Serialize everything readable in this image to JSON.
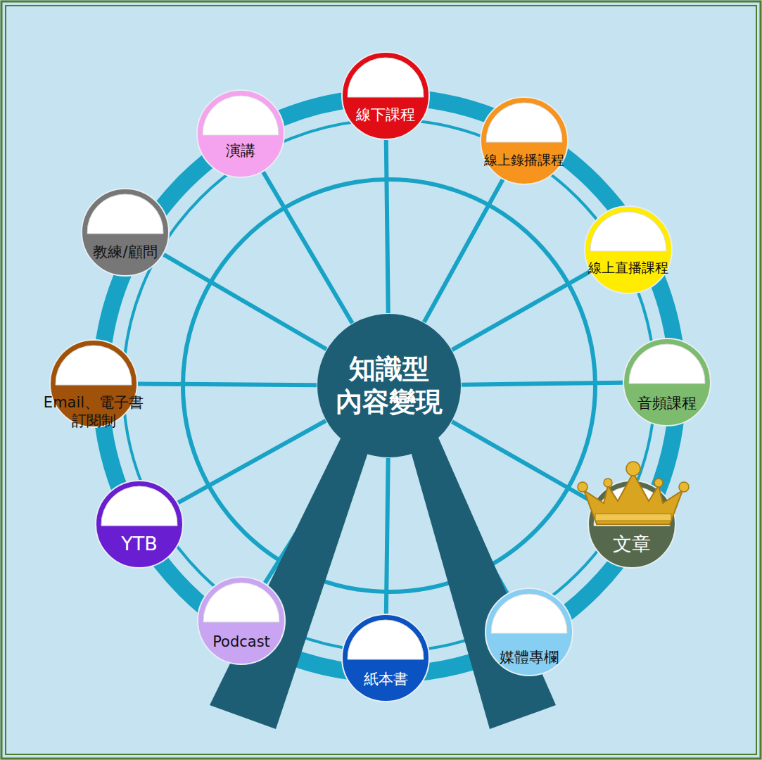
{
  "diagram": {
    "nodes": [
      {
        "text": [
          "知識型 內容變現"
        ]
      },
      {
        "text": [
          "線下課程"
        ]
      },
      {
        "text": [
          "線上錄播課程"
        ]
      },
      {
        "text": [
          "線上直播課程"
        ]
      },
      {
        "text": [
          "音頻課程"
        ]
      },
      {
        "text": [
          "文章"
        ]
      },
      {
        "text": [
          "媒體專欄"
        ]
      },
      {
        "text": [
          "紙本書"
        ]
      },
      {
        "text": [
          "Podcast"
        ]
      },
      {
        "text": [
          "YTB"
        ]
      },
      {
        "text": [
          "Email、電子書 訂閱制"
        ]
      },
      {
        "text": [
          "教練/顧問"
        ]
      },
      {
        "text": [
          "演講"
        ]
      }
    ],
    "edges": [
      {
        "from": 0,
        "to": 1,
        "arrow": "none"
      },
      {
        "from": 0,
        "to": 2,
        "arrow": "none"
      },
      {
        "from": 0,
        "to": 3,
        "arrow": "none"
      },
      {
        "from": 0,
        "to": 4,
        "arrow": "none"
      },
      {
        "from": 0,
        "to": 5,
        "arrow": "none"
      },
      {
        "from": 0,
        "to": 6,
        "arrow": "none"
      },
      {
        "from": 0,
        "to": 7,
        "arrow": "none"
      },
      {
        "from": 0,
        "to": 8,
        "arrow": "none"
      },
      {
        "from": 0,
        "to": 9,
        "arrow": "none"
      },
      {
        "from": 0,
        "to": 10,
        "arrow": "none"
      },
      {
        "from": 0,
        "to": 11,
        "arrow": "none"
      },
      {
        "from": 0,
        "to": 12,
        "arrow": "none"
      }
    ]
  }
}
